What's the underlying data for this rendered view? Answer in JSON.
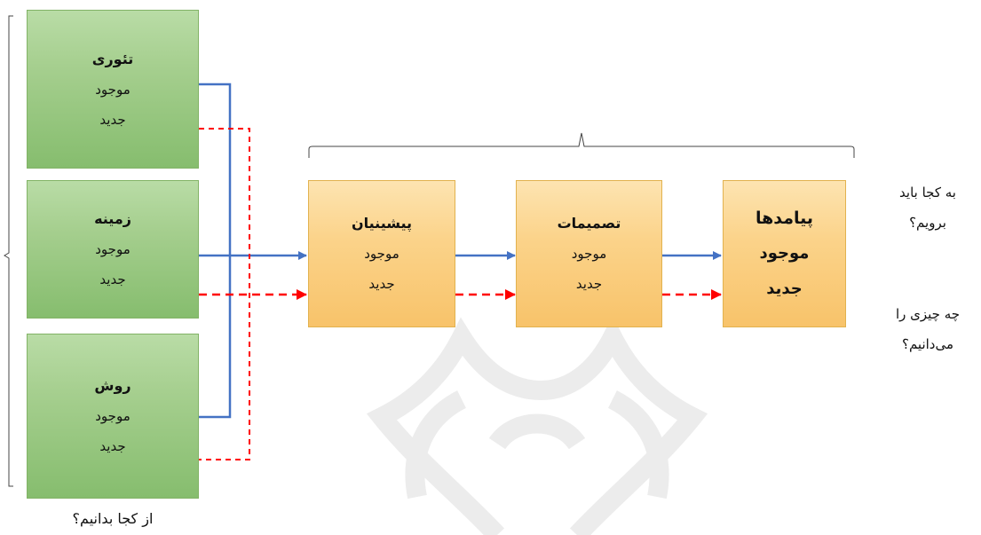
{
  "colors": {
    "existing_line": "#4472c4",
    "new_line": "#ff0000",
    "green_box": "#a9d18e",
    "orange_box": "#fbd38a"
  },
  "inputs": [
    {
      "title": "تئوری",
      "existing": "موجود",
      "new": "جدید"
    },
    {
      "title": "زمینه",
      "existing": "موجود",
      "new": "جدید"
    },
    {
      "title": "روش",
      "existing": "موجود",
      "new": "جدید"
    }
  ],
  "process": [
    {
      "title": "پیشینیان",
      "existing": "موجود",
      "new": "جدید"
    },
    {
      "title": "تصمیمات",
      "existing": "موجود",
      "new": "جدید"
    },
    {
      "title": "پیامدها",
      "existing": "موجود",
      "new": "جدید"
    }
  ],
  "questions": {
    "bottom": "از کجا بدانیم؟",
    "where": [
      "به کجا باید",
      "برویم؟"
    ],
    "what": [
      "چه چیزی را",
      "می‌دانیم؟"
    ]
  }
}
